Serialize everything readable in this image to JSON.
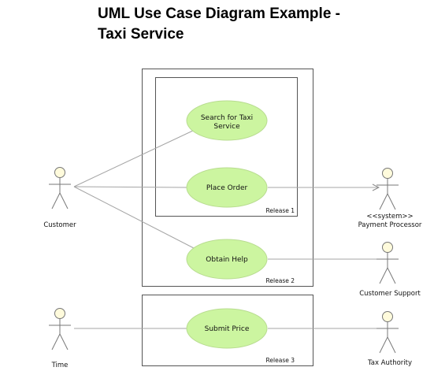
{
  "title_line1": "UML Use Case Diagram Example -",
  "title_line2": "Taxi Service",
  "colors": {
    "usecase_fill": "#ccf5a0",
    "actor_fill": "#fffbdc",
    "line": "#999999",
    "border": "#555555"
  },
  "releases": {
    "release1": "Release 1",
    "release2": "Release 2",
    "release3": "Release 3"
  },
  "usecases": {
    "search_line1": "Search for Taxi",
    "search_line2": "Service",
    "place_order": "Place Order",
    "obtain_help": "Obtain Help",
    "submit_price": "Submit Price"
  },
  "actors": {
    "customer": "Customer",
    "payment_stereotype": "<<system>>",
    "payment_processor": "Payment Processor",
    "customer_support": "Customer Support",
    "time": "Time",
    "tax_authority": "Tax Authority"
  }
}
